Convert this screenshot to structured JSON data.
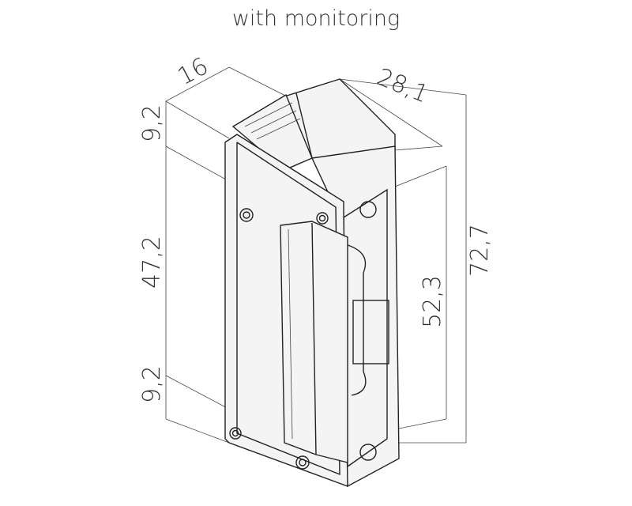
{
  "title": "with monitoring",
  "dimensions": {
    "depth_top": "16",
    "width_top": "28,1",
    "upper_offset": "9,2",
    "middle_height": "47,2",
    "lower_offset": "9,2",
    "latch_height": "52,3",
    "total_height": "72,7"
  }
}
